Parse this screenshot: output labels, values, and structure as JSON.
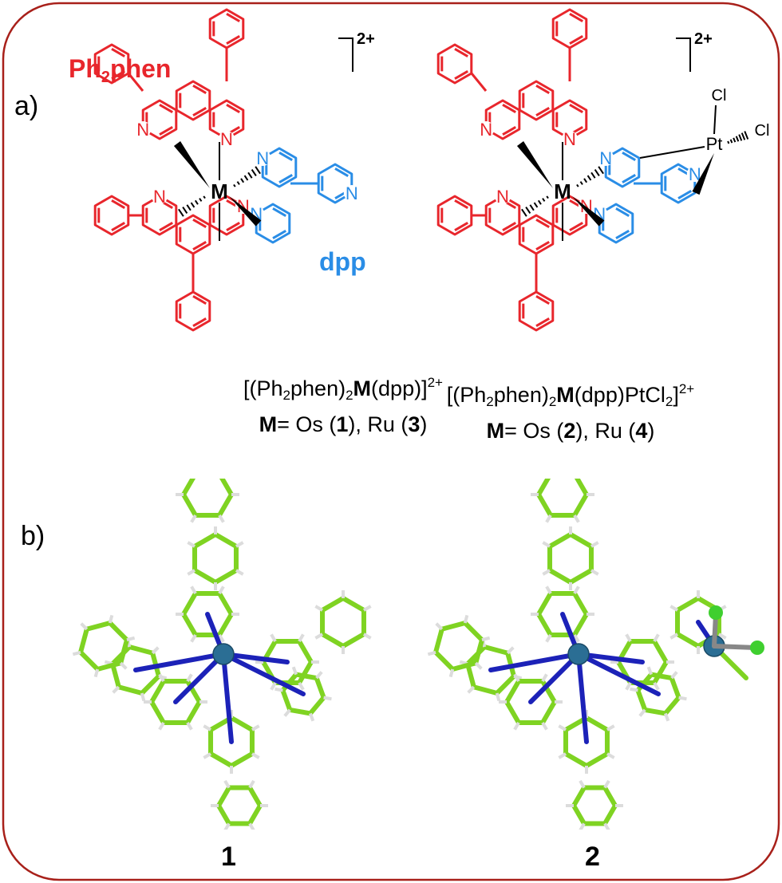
{
  "colors": {
    "frame": "#a8201a",
    "ph2phen": "#e8262c",
    "dpp": "#2a8de6",
    "carbon": "#7fd322",
    "nitrogen": "#1c22b8",
    "hydrogen": "#f2f2f2",
    "metal": "#2b6e94",
    "chlorine": "#3fcf2f"
  },
  "panel_a": {
    "label": "a)",
    "ligand_red": "Ph",
    "ligand_red_sub": "2",
    "ligand_red_tail": "phen",
    "ligand_blue": "dpp",
    "charge": "2+",
    "metal": "M",
    "pt": "Pt",
    "cl": "Cl",
    "n": "N",
    "left": {
      "formula_open": "[(Ph",
      "formula_sub": "2",
      "formula_mid": "phen)",
      "formula_sub2": "2",
      "formula_M": "M",
      "formula_close": "(dpp)]",
      "formula_sup": "2+",
      "m_label": "M",
      "m_rest_a": "= Os (",
      "m_num_a": "1",
      "m_rest_b": "), Ru (",
      "m_num_b": "3",
      "m_rest_c": ")"
    },
    "right": {
      "formula_open": "[(Ph",
      "formula_sub": "2",
      "formula_mid": "phen)",
      "formula_sub2": "2",
      "formula_M": "M",
      "formula_close": "(dpp)PtCl",
      "formula_sub3": "2",
      "formula_end": "]",
      "formula_sup": "2+",
      "m_label": "M",
      "m_rest_a": "= Os (",
      "m_num_a": "2",
      "m_rest_b": "), Ru (",
      "m_num_b": "4",
      "m_rest_c": ")"
    }
  },
  "panel_b": {
    "label": "b)",
    "structure_left_label": "1",
    "structure_right_label": "2"
  }
}
